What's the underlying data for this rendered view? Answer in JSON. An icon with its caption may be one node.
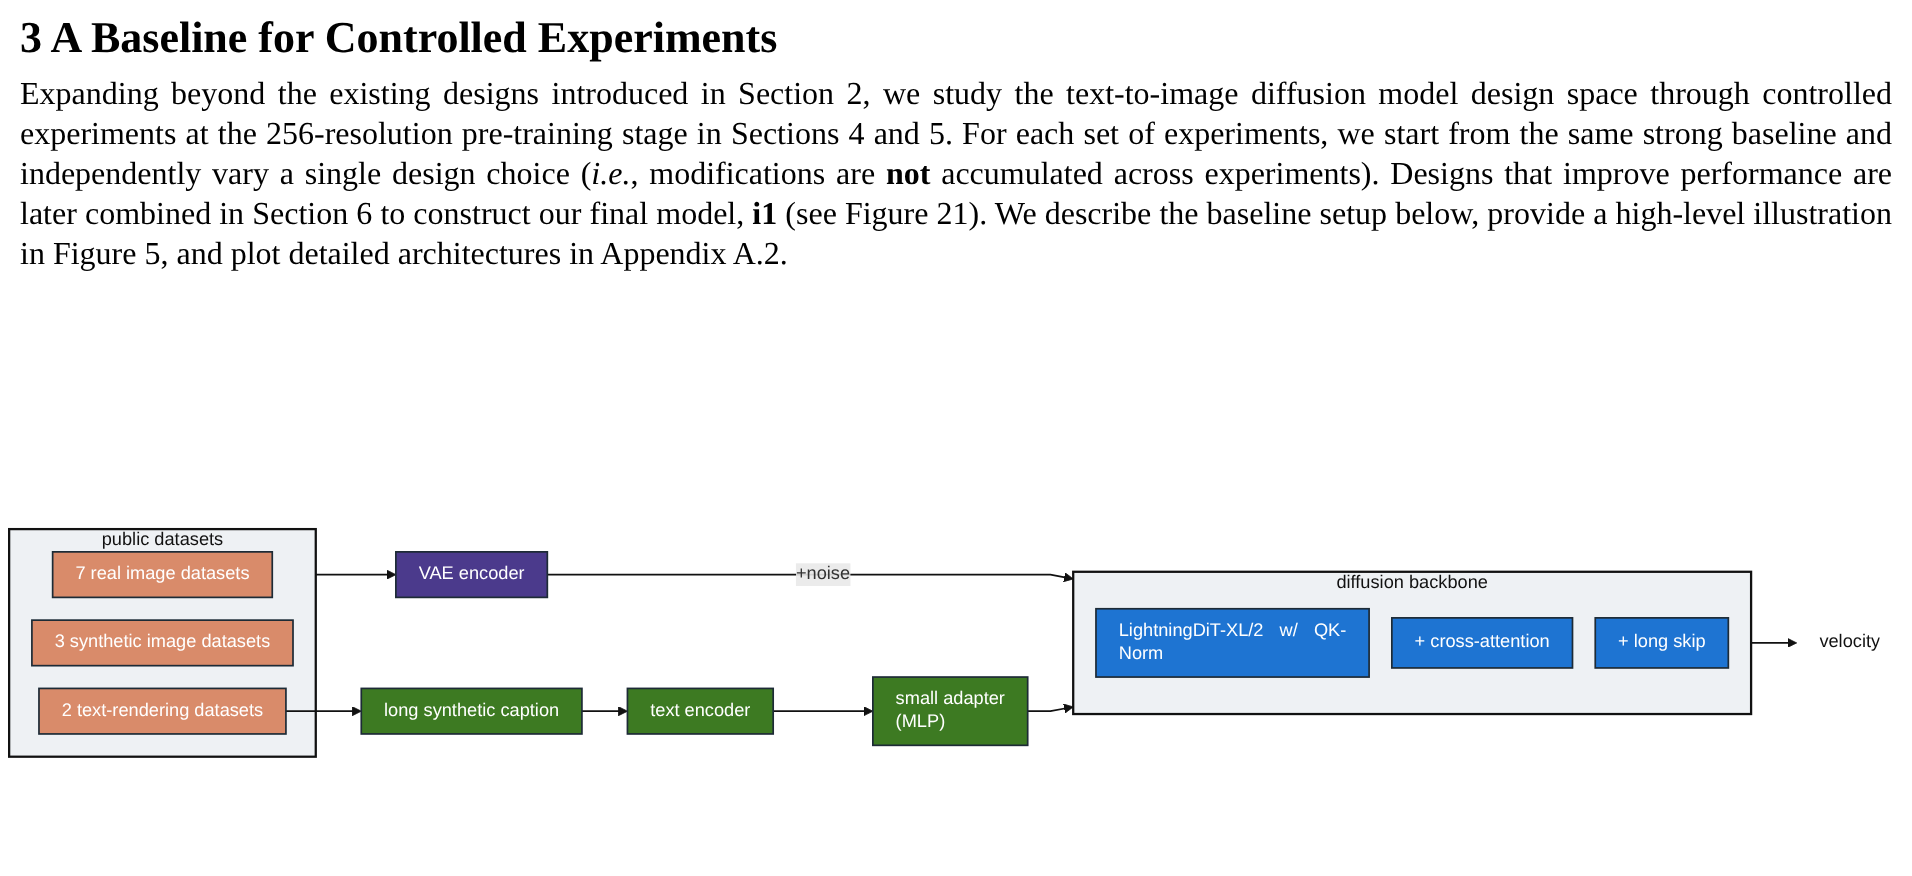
{
  "diagram": {
    "title": "3 A Baseline for Controlled Experiments",
    "nodes": [
      {
        "text": [
          "public datasets"
        ]
      },
      {
        "text": [
          "7 real image datasets"
        ],
        "in": 0
      },
      {
        "text": [
          "3 synthetic image datasets"
        ],
        "in": 0
      },
      {
        "text": [
          "2 text-rendering datasets"
        ],
        "in": 0
      },
      {
        "text": [
          "VAE encoder"
        ]
      },
      {
        "text": [
          "diffusion backbone"
        ]
      },
      {
        "text": [
          "LightningDiT-XL/2 w/ QK-Norm"
        ],
        "in": 5
      },
      {
        "text": [
          "+ cross-attention"
        ],
        "in": 5
      },
      {
        "text": [
          "+ long skip"
        ],
        "in": 5
      },
      {
        "text": [
          "long synthetic caption"
        ]
      },
      {
        "text": [
          "text encoder"
        ]
      },
      {
        "text": [
          "small adapter",
          "(MLP)"
        ]
      },
      {
        "text": [
          "velocity"
        ]
      }
    ],
    "edges": [
      {
        "from": 0,
        "to": 4,
        "arrow": "to"
      },
      {
        "from": 3,
        "to": 9,
        "arrow": "to"
      },
      {
        "from": 4,
        "to": 5,
        "arrow": "to",
        "label": "+noise"
      },
      {
        "from": 9,
        "to": 10,
        "arrow": "to"
      },
      {
        "from": 10,
        "to": 11,
        "arrow": "to"
      },
      {
        "from": 11,
        "to": 5,
        "arrow": "to"
      },
      {
        "from": 5,
        "to": 12,
        "arrow": "to"
      }
    ],
    "labels": [
      "Expanding beyond the existing designs introduced in Section 2, we study the text-to-image diffusion model design space through controlled experiments at the 256-resolution pre-training stage in Sections 4 and 5. For each set of experiments, we start from the same strong baseline and independently vary a single design choice (*i.e.*, modifications are **not** accumulated across experiments). Designs that improve performance are later combined in Section 6 to construct our final model, **i1** (see Figure 21). We describe the baseline setup below, provide a high-level illustration in Figure 5, and plot detailed architectures in Appendix A.2."
    ]
  }
}
